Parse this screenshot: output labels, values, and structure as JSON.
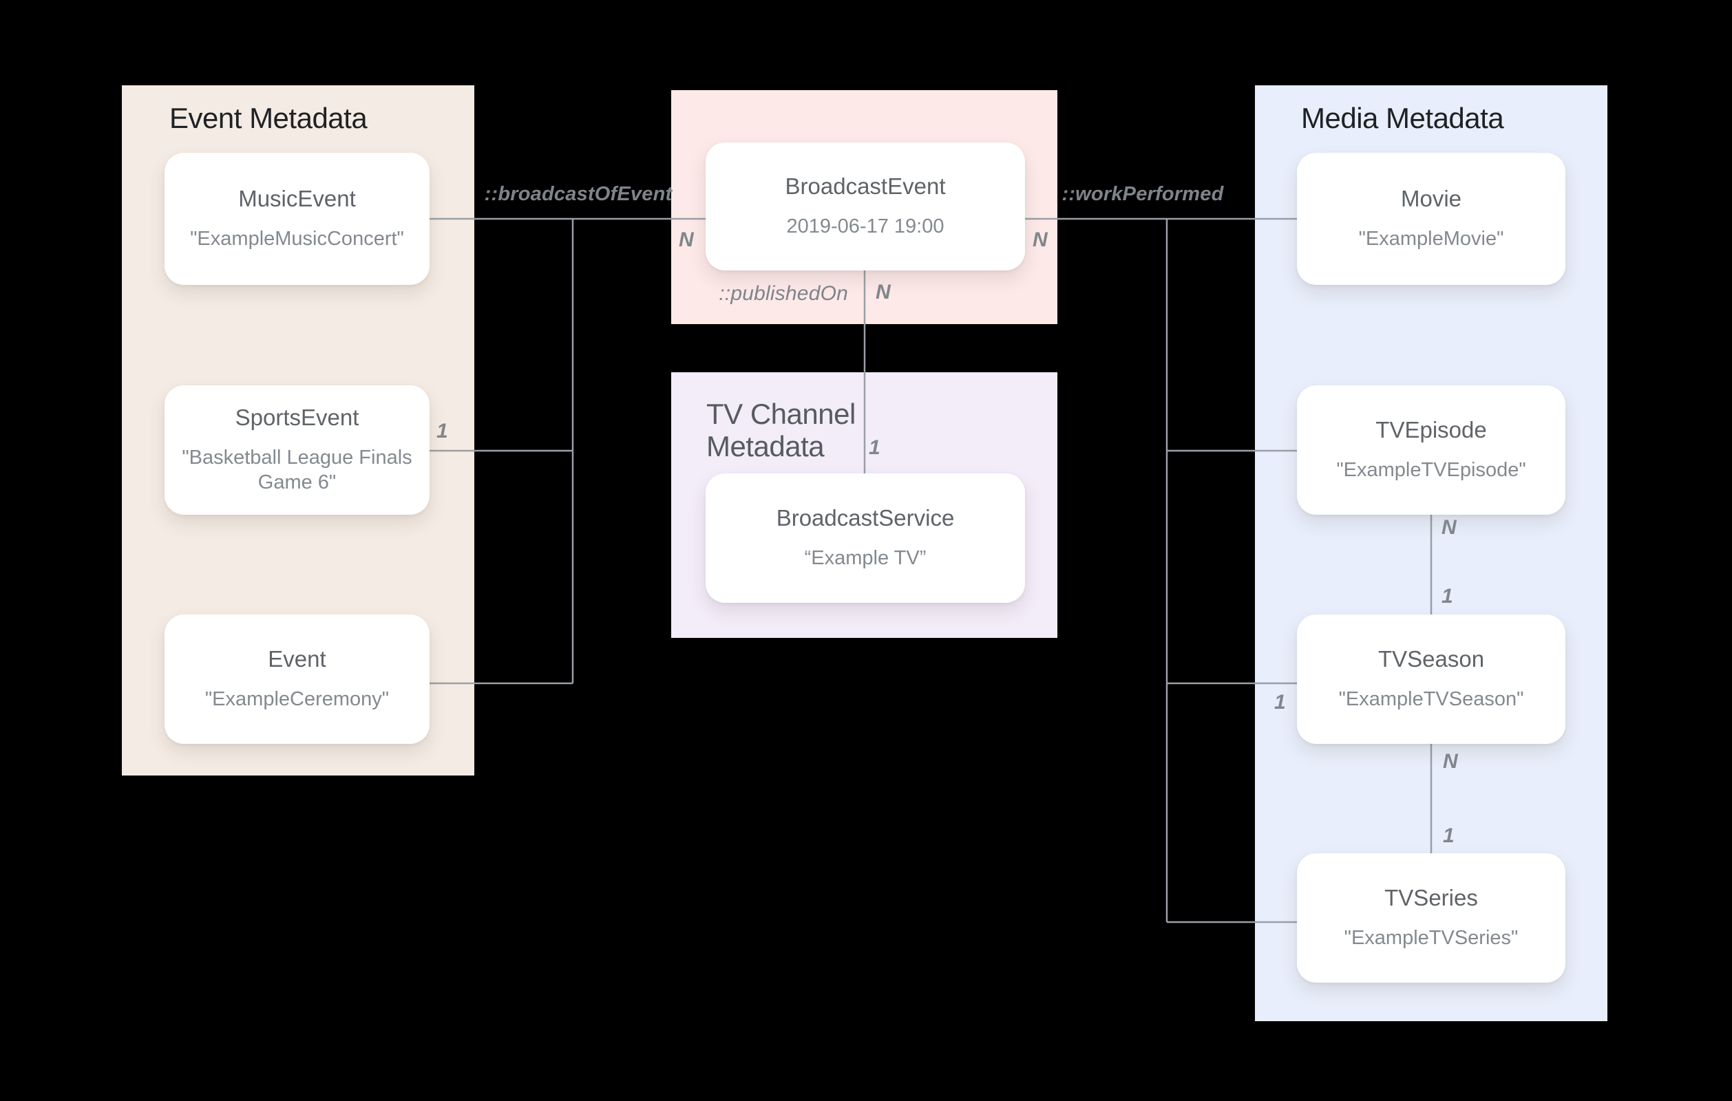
{
  "diagram": {
    "background": "#000000",
    "line_color": "#9AA0A6",
    "panels": {
      "event": {
        "title": "Event Metadata",
        "color": "#F4EBE4",
        "title_color": "#202124",
        "boxes": [
          {
            "title": "MusicEvent",
            "value": "\"ExampleMusicConcert\""
          },
          {
            "title": "SportsEvent",
            "value": "\"Basketball League Finals Game 6\""
          },
          {
            "title": "Event",
            "value": "\"ExampleCeremony\""
          }
        ]
      },
      "broadcast_event": {
        "color": "#FCE9E8",
        "boxes": [
          {
            "title": "BroadcastEvent",
            "value": "2019-06-17 19:00"
          }
        ]
      },
      "tv_channel": {
        "title": "TV Channel\nMetadata",
        "color": "#F3ECF9",
        "title_color": "#575B60",
        "boxes": [
          {
            "title": "BroadcastService",
            "value": "“Example TV”"
          }
        ]
      },
      "media": {
        "title": "Media Metadata",
        "color": "#E8EEFB",
        "title_color": "#202124",
        "boxes": [
          {
            "title": "Movie",
            "value": "\"ExampleMovie\""
          },
          {
            "title": "TVEpisode",
            "value": "\"ExampleTVEpisode\""
          },
          {
            "title": "TVSeason",
            "value": "\"ExampleTVSeason\""
          },
          {
            "title": "TVSeries",
            "value": "\"ExampleTVSeries\""
          }
        ]
      }
    },
    "edge_labels": {
      "broadcast_of_event": "::broadcastOfEvent",
      "work_performed": "::workPerformed",
      "published_on": "::publishedOn"
    },
    "cardinality": {
      "music_left_n": "N",
      "movie_right_n": "N",
      "sports_1": "1",
      "published_on_n": "N",
      "broadcast_service_1": "1",
      "season_left_1": "1",
      "episode_bottom_n": "N",
      "season_top_1": "1",
      "season_bottom_n": "N",
      "series_top_1": "1"
    }
  }
}
